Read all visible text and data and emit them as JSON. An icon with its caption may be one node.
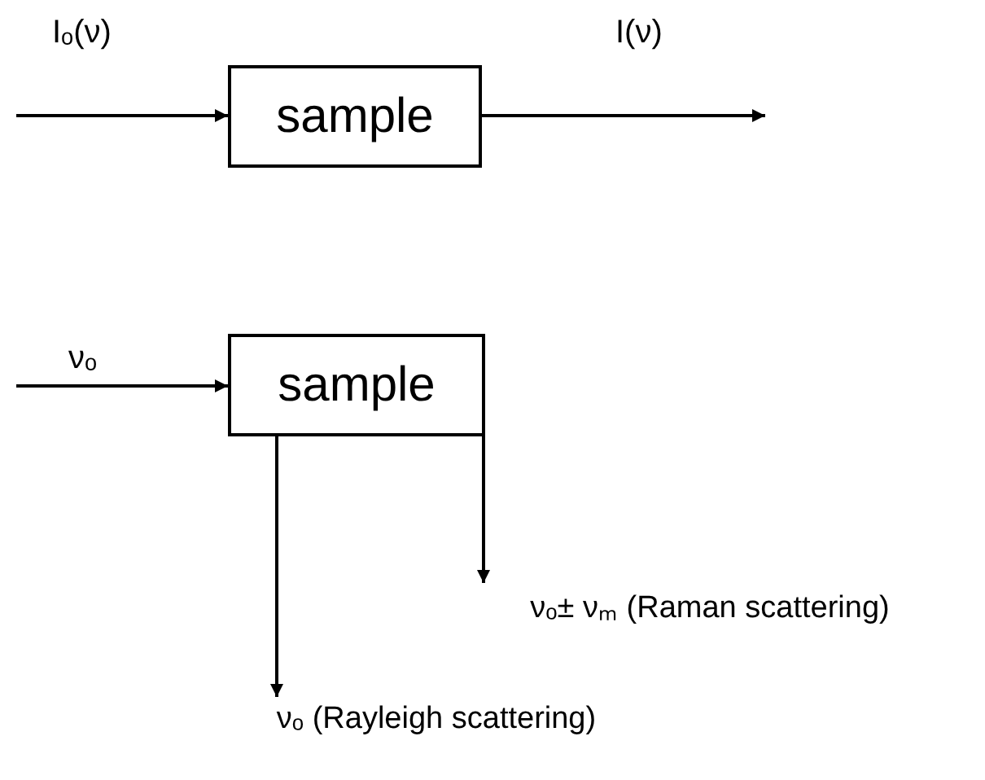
{
  "diagram": {
    "nodes": [
      {
        "text": [
          "sample"
        ]
      },
      {
        "text": [
          "sample"
        ]
      },
      {
        "text": [
          "νₒ± νₘ (Raman scattering)"
        ]
      },
      {
        "text": [
          "νₒ (Rayleigh scattering)"
        ]
      }
    ],
    "edges": [
      {
        "from": null,
        "to": 0,
        "arrow": "to",
        "label": "Iₒ(ν)"
      },
      {
        "from": 0,
        "to": null,
        "arrow": "to",
        "label": "I(ν)"
      },
      {
        "from": null,
        "to": 1,
        "arrow": "to",
        "label": "νₒ"
      },
      {
        "from": 1,
        "to": 3,
        "arrow": "to"
      },
      {
        "from": 1,
        "to": 2,
        "arrow": "to"
      }
    ]
  }
}
